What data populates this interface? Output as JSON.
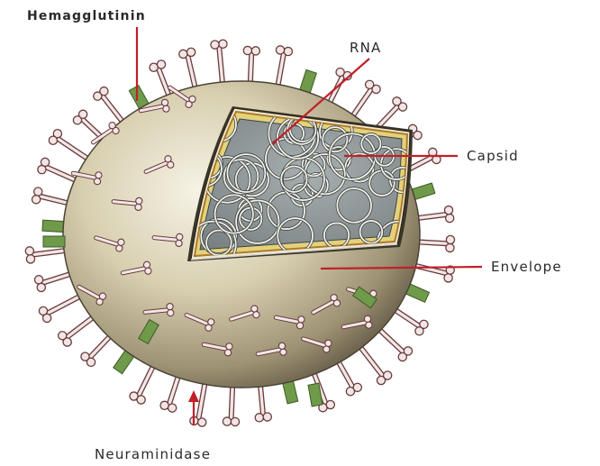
{
  "diagram": {
    "labels": {
      "hemagglutinin": "Hemagglutinin",
      "rna": "RNA",
      "capsid": "Capsid",
      "envelope": "Envelope",
      "neuraminidase": "Neuraminidase"
    },
    "colors": {
      "leader_line": "#c0202a",
      "envelope_light": "#f4f1e2",
      "envelope_dark": "#6e6450",
      "spike_fill": "#f1e6e6",
      "spike_stroke": "#6a3a3a",
      "hemagglutinin_spike": "#6f9a4a",
      "core_gray": "#8f979a",
      "capsid_yellow": "#e3d27a"
    }
  }
}
